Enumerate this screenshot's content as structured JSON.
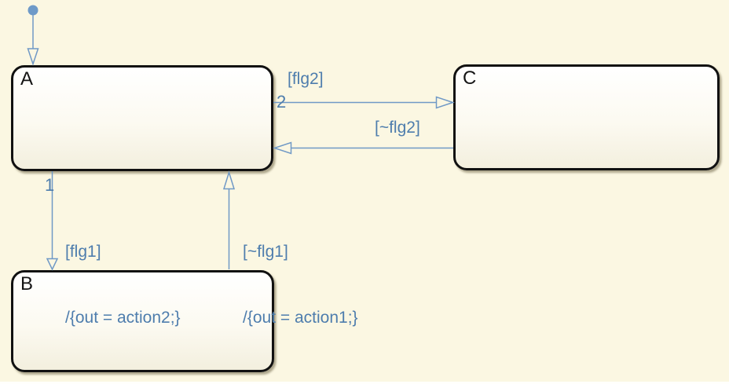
{
  "chart": {
    "type": "stateflow-state-diagram",
    "background_color": "#fbf7e2",
    "transition_line_color": "#7099c6",
    "transition_label_color": "#4e7dad",
    "state_border_color": "#111111",
    "state_fill_top": "#ffffff",
    "state_fill_bottom": "#f3efde"
  },
  "states": [
    {
      "name": "A"
    },
    {
      "name": "B"
    },
    {
      "name": "C"
    }
  ],
  "transitions": {
    "default": {
      "target": "A"
    },
    "a_to_c": {
      "order": "2",
      "condition": "[flg2]"
    },
    "c_to_a": {
      "condition": "[~flg2]"
    },
    "a_to_b": {
      "order": "1",
      "condition": "[flg1]",
      "action": "/{out = action2;}"
    },
    "b_to_a": {
      "condition": "[~flg1]",
      "action": "/{out = action1;}"
    }
  }
}
